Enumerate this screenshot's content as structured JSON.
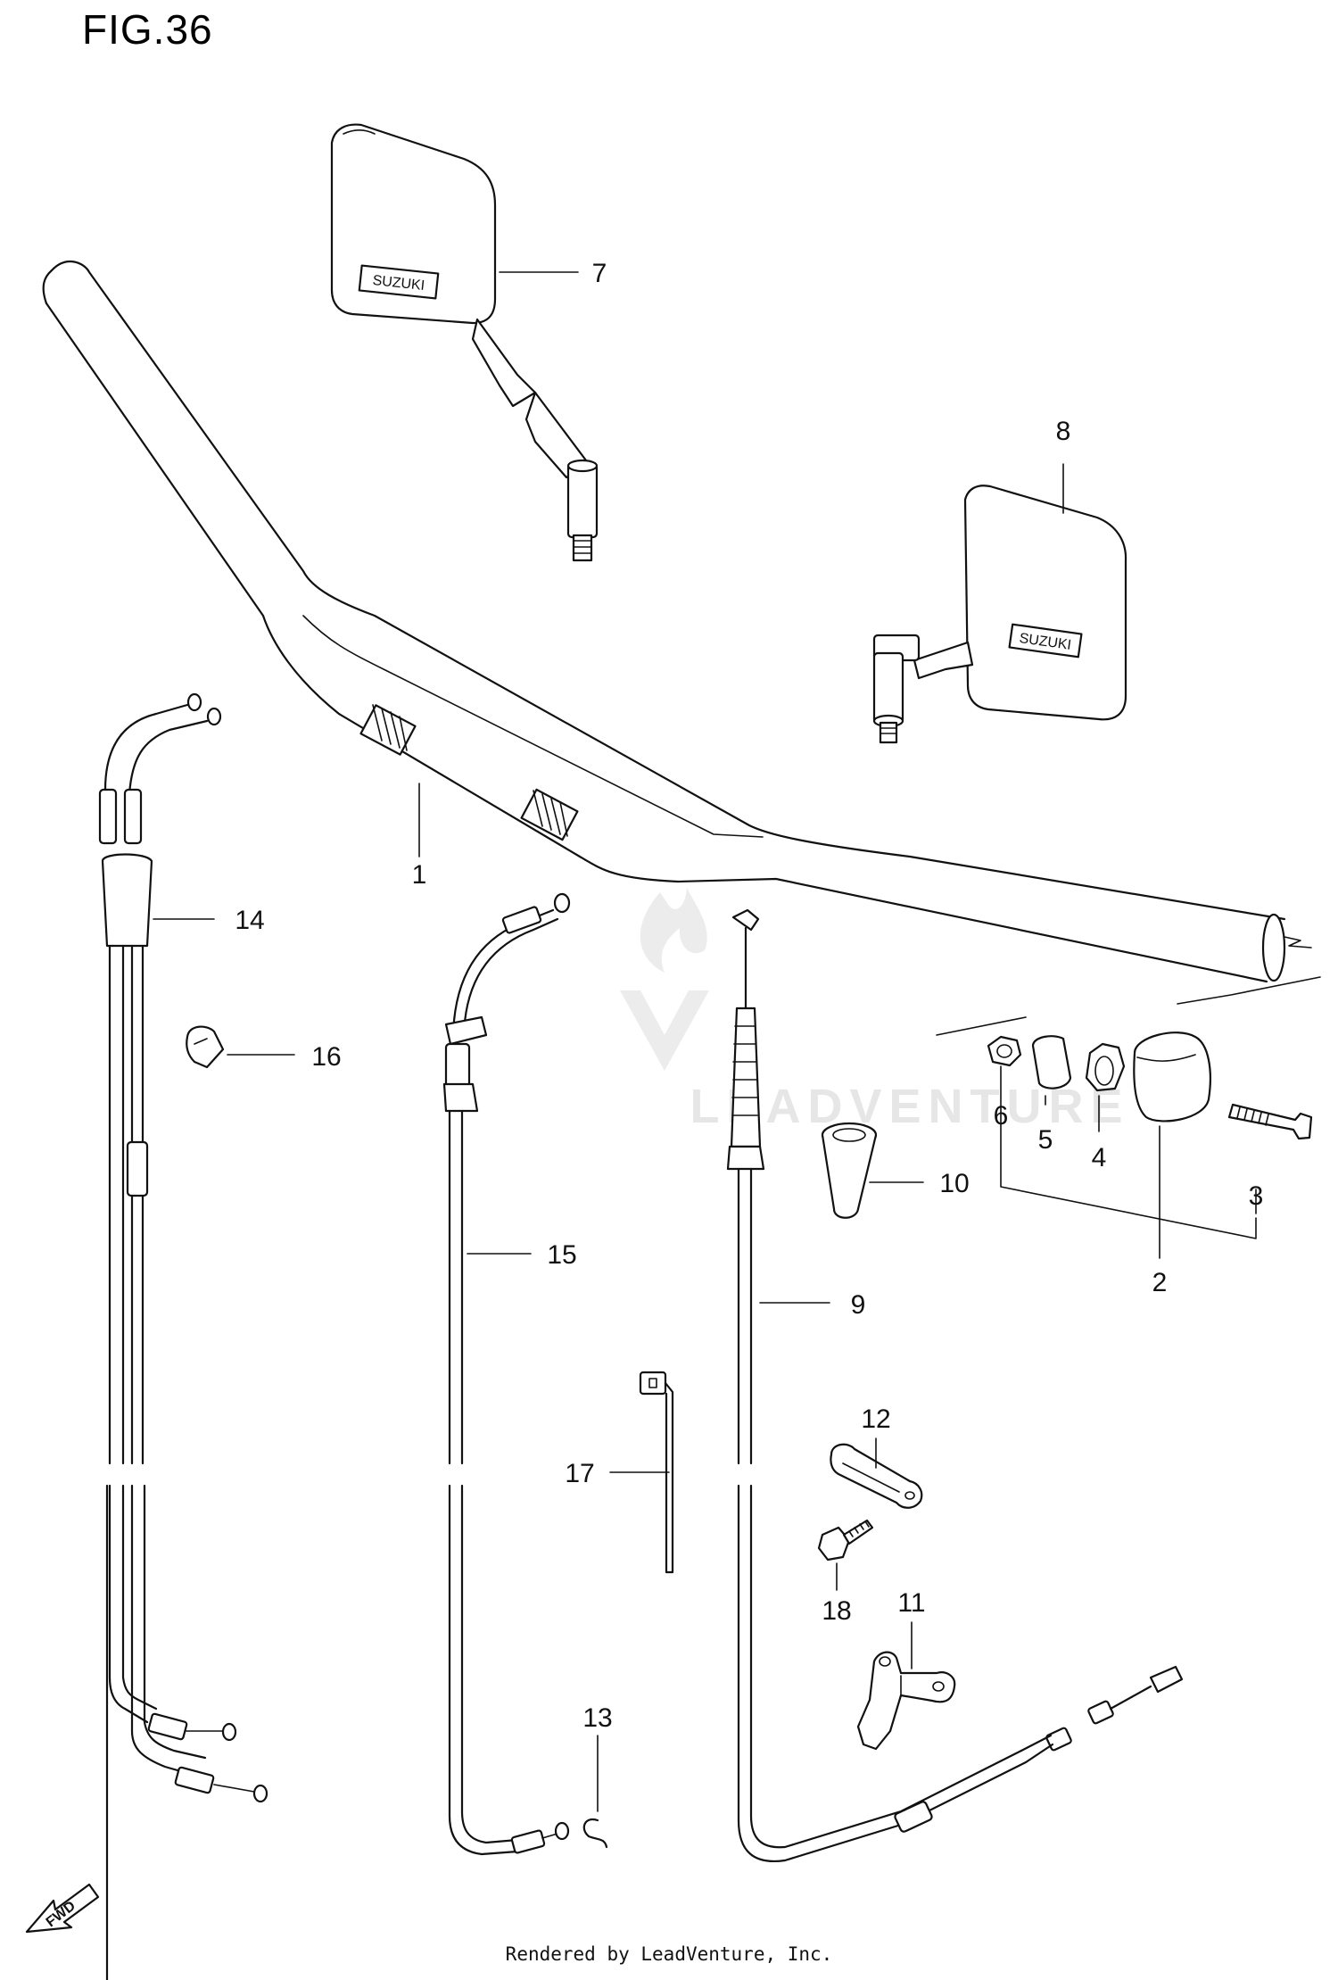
{
  "figure_title": "FIG.36",
  "footer": "Rendered by LeadVenture, Inc.",
  "watermark": "LEADVENTURE",
  "mirror_brand": "SUZUKI",
  "fwd_label": "FWD",
  "callouts": [
    "1",
    "2",
    "3",
    "4",
    "5",
    "6",
    "7",
    "8",
    "9",
    "10",
    "11",
    "12",
    "13",
    "14",
    "15",
    "16",
    "17",
    "18"
  ]
}
